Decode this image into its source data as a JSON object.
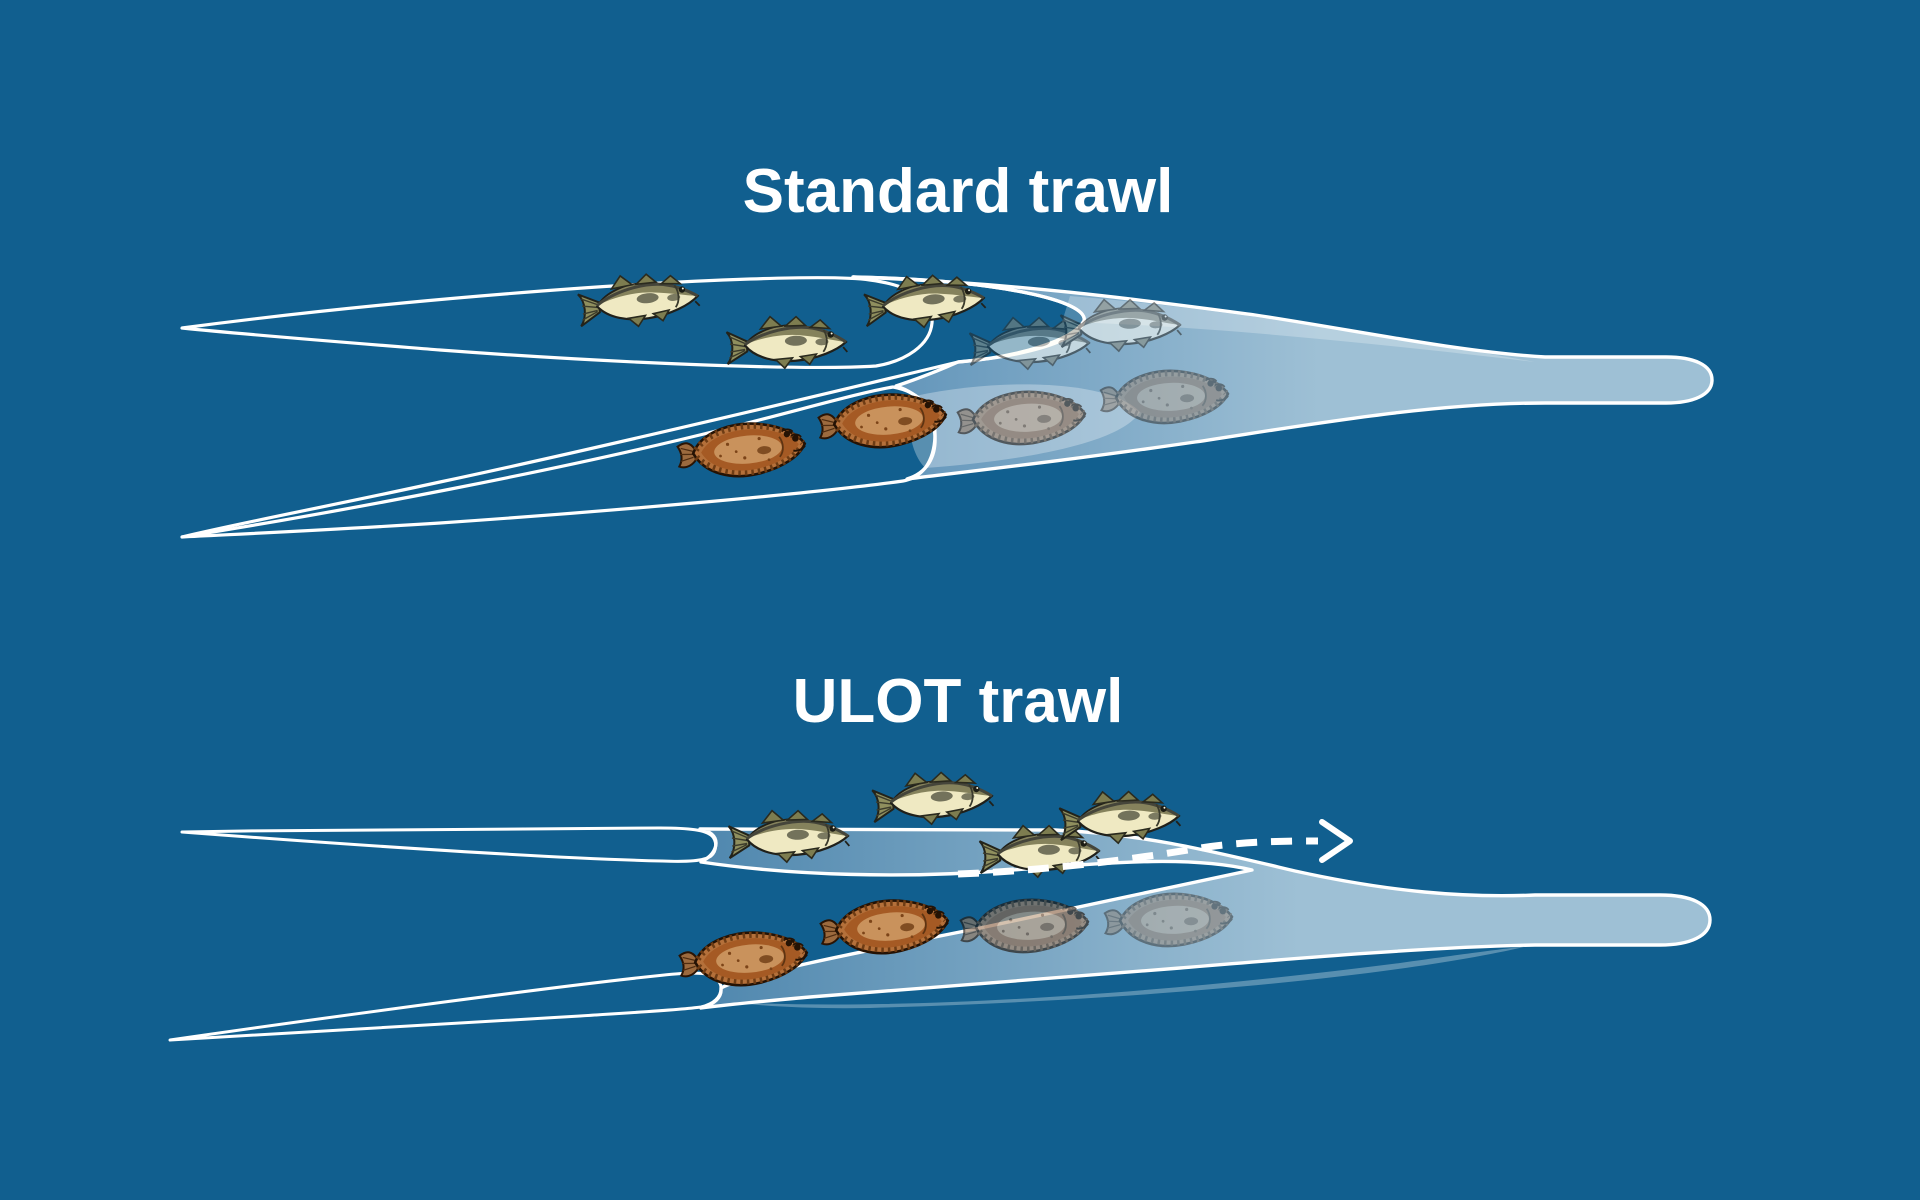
{
  "titles": {
    "standard": "Standard trawl",
    "ulot": "ULOT trawl"
  },
  "colors": {
    "background": "#115F8F",
    "net_fill_light": "#9EC0D5",
    "net_fill_medium": "#4F87AE",
    "net_outline": "#FFFFFF",
    "title_text": "#FFFFFF",
    "escape_arrow": "#FFFFFF"
  },
  "standard_trawl": {
    "title": "Standard trawl",
    "cod_outside_net": 3,
    "cod_inside_net": 2,
    "flatfish_outside_net": 2,
    "flatfish_inside_net": 2
  },
  "ulot_trawl": {
    "title": "ULOT trawl",
    "cod_escaping": 4,
    "flatfish_outside_net": 2,
    "flatfish_inside_net": 2,
    "has_escape_arrow": true
  }
}
